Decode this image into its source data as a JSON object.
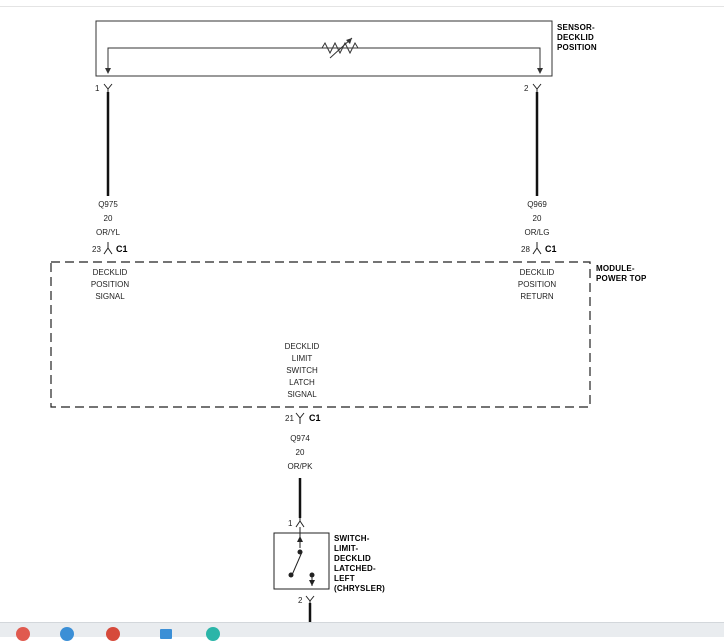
{
  "sensor": {
    "title_lines": [
      "SENSOR-",
      "DECKLID",
      "POSITION"
    ],
    "pin_left": "1",
    "pin_right": "2"
  },
  "wires": {
    "left": {
      "circuit": "Q975",
      "gauge": "20",
      "color": "OR/YL"
    },
    "right": {
      "circuit": "Q969",
      "gauge": "20",
      "color": "OR/LG"
    },
    "bottom": {
      "circuit": "Q974",
      "gauge": "20",
      "color": "OR/PK"
    }
  },
  "module": {
    "title_lines": [
      "MODULE-",
      "POWER TOP"
    ],
    "connector_left": {
      "pin": "23",
      "name": "C1"
    },
    "connector_right": {
      "pin": "28",
      "name": "C1"
    },
    "connector_bottom": {
      "pin": "21",
      "name": "C1"
    },
    "left_signal_lines": [
      "DECKLID",
      "POSITION",
      "SIGNAL"
    ],
    "right_signal_lines": [
      "DECKLID",
      "POSITION",
      "RETURN"
    ],
    "center_signal_lines": [
      "DECKLID",
      "LIMIT",
      "SWITCH",
      "LATCH",
      "SIGNAL"
    ]
  },
  "switch": {
    "title_lines": [
      "SWITCH-",
      "LIMIT-",
      "DECKLID",
      "LATCHED-",
      "LEFT",
      "(CHRYSLER)"
    ],
    "pin_top": "1",
    "pin_bottom": "2"
  },
  "taskbar": {
    "icons": [
      "browser-icon",
      "browser-icon-2",
      "app-icon",
      "app-icon-2",
      "app-icon-3"
    ],
    "colors": [
      "#e05a4f",
      "#3b8fd6",
      "#d64a3b",
      "#3b8fd6",
      "#2bb5a8"
    ]
  }
}
